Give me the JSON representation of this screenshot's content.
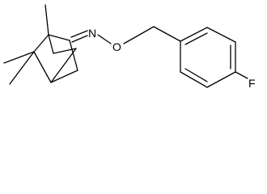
{
  "molecule": {
    "atom_labels": {
      "imine_nitrogen": "N",
      "ether_oxygen": "O",
      "fluorine": "F"
    },
    "colors": {
      "bond": "#000000",
      "text": "#000000",
      "background": "#ffffff"
    }
  }
}
